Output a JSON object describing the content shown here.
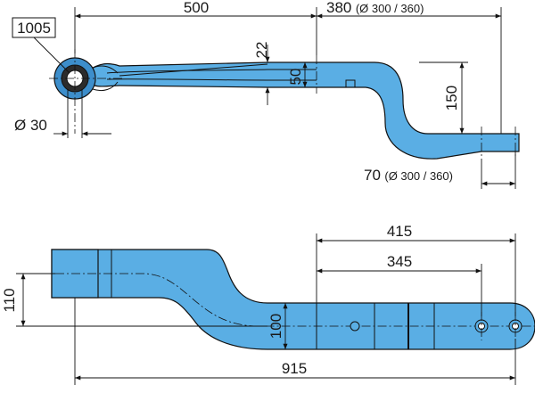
{
  "drawing": {
    "part_number": "1005",
    "side_view": {
      "length_to_center": "500",
      "offset_length": "380",
      "offset_length_note": "(Ø 300 / 360)",
      "leaf_thickness": "22",
      "bracket_height": "50",
      "drop_height": "150",
      "end_length": "70",
      "end_length_note": "(Ø 300 / 360)",
      "eye_diameter": "Ø 30"
    },
    "top_view": {
      "width_end": "110",
      "width_main": "100",
      "length_415": "415",
      "length_345": "345",
      "overall_length": "915"
    }
  }
}
